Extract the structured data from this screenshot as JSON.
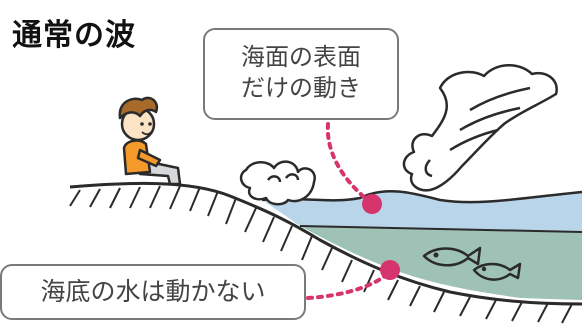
{
  "title": "通常の波",
  "labels": {
    "surface_line1": "海面の表面",
    "surface_line2": "だけの動き",
    "bottom": "海底の水は動かない"
  },
  "colors": {
    "sea_surface": "#b9d5ea",
    "sea_deep": "#9ec2b5",
    "pointer": "#d6346c",
    "outline": "#2b2b2b"
  },
  "icons": [
    "person-sitting",
    "fish",
    "fish",
    "wave-crest",
    "wind-gust"
  ]
}
